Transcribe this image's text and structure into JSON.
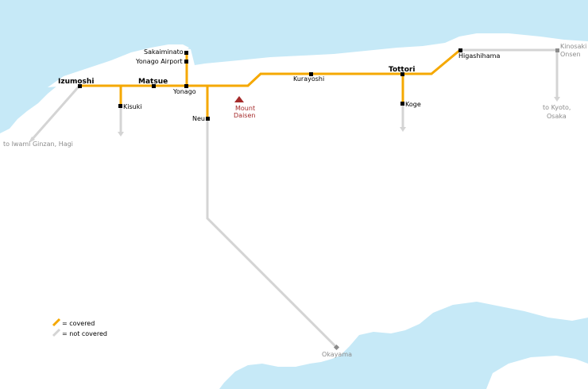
{
  "colors": {
    "sea": "#c6e9f7",
    "land": "#ffffff",
    "covered": "#f5a800",
    "not_covered": "#d4d4d4",
    "station": "#000000",
    "grey_station": "#8c8c8c",
    "label": "#000000",
    "grey_label": "#8c8c8c",
    "mountain": "#a52a2a"
  },
  "stations": {
    "izumoshi": "Izumoshi",
    "matsue": "Matsue",
    "sakaiminato": "Sakaiminato",
    "yonago_airport": "Yonago Airport",
    "yonago": "Yonago",
    "kisuki": "Kisuki",
    "neu": "Neu",
    "kurayoshi": "Kurayoshi",
    "tottori": "Tottori",
    "koge": "Koge",
    "higashihama": "Higashihama",
    "kinosaki_line1": "Kinosaki",
    "kinosaki_line2": "Onsen",
    "okayama": "Okayama"
  },
  "destinations": {
    "west": "to Iwami Ginzan, Hagi",
    "east_line1": "to Kyoto,",
    "east_line2": "Osaka"
  },
  "landmark": {
    "name_line1": "Mount",
    "name_line2": "Daisen",
    "icon": "mountain-icon"
  },
  "legend": {
    "covered": "= covered",
    "not_covered": "= not covered"
  }
}
